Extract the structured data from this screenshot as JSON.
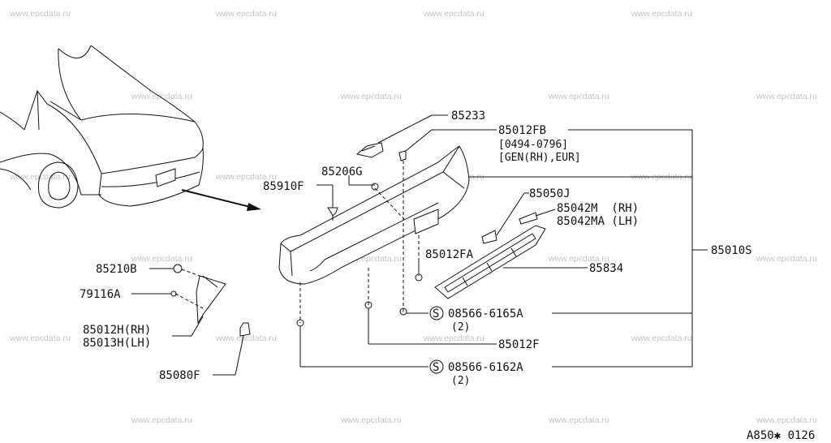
{
  "watermark": "www.epcdata.ru",
  "code": "A850✱ 0126",
  "callouts": {
    "p85233": "85233",
    "p85012FB": "85012FB",
    "p85012FB_date": "[0494-0796]",
    "p85012FB_spec": "[GEN(RH),EUR]",
    "p85206G": "85206G",
    "p85910F": "85910F",
    "p85050J": "85050J",
    "p85042M": "85042M  (RH)",
    "p85042MA": "85042MA (LH)",
    "p85010S": "85010S",
    "p85012FA": "85012FA",
    "p85834": "85834",
    "p85210B": "85210B",
    "p79116A": "79116A",
    "p85012H": "85012H(RH)",
    "p85013H": "85013H(LH)",
    "p85080F": "85080F",
    "p08566_6165A": "08566-6165A",
    "p08566_6165A_qty": "(2)",
    "p85012F": "85012F",
    "p08566_6162A": "08566-6162A",
    "p08566_6162A_qty": "(2)"
  },
  "s_symbol": "S"
}
